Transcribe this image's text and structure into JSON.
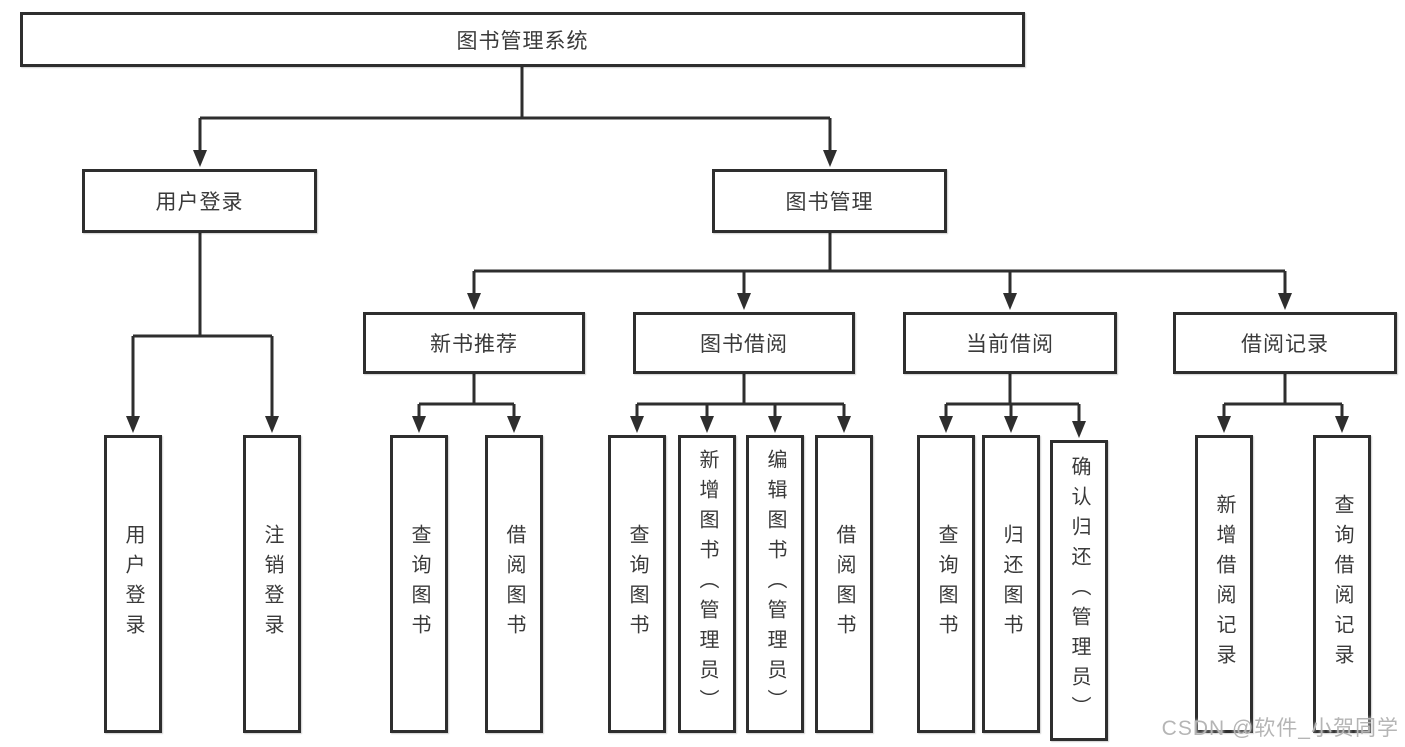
{
  "diagram_title": "图书管理系统",
  "nodes": {
    "root": "图书管理系统",
    "level2": {
      "user_login": "用户登录",
      "book_mgmt": "图书管理"
    },
    "level3": {
      "new_book_rec": "新书推荐",
      "book_borrow": "图书借阅",
      "current_borrow": "当前借阅",
      "borrow_record": "借阅记录"
    },
    "leaves": {
      "user_login_leaf": "用户登录",
      "logout": "注销登录",
      "rec_query_book": "查询图书",
      "rec_borrow_book": "借阅图书",
      "bb_query_book": "查询图书",
      "bb_add_book": "新增图书（管理员）",
      "bb_edit_book": "编辑图书（管理员）",
      "bb_borrow_book": "借阅图书",
      "cb_query_book": "查询图书",
      "cb_return_book": "归还图书",
      "cb_confirm_return": "确认归还（管理员）",
      "br_add_record": "新增借阅记录",
      "br_query_record": "查询借阅记录"
    }
  },
  "watermark": "CSDN @软件_小贺同学",
  "colors": {
    "line": "#2e2e2e",
    "text": "#3a3a3a",
    "watermark": "#b5b5b5",
    "background": "#ffffff"
  }
}
